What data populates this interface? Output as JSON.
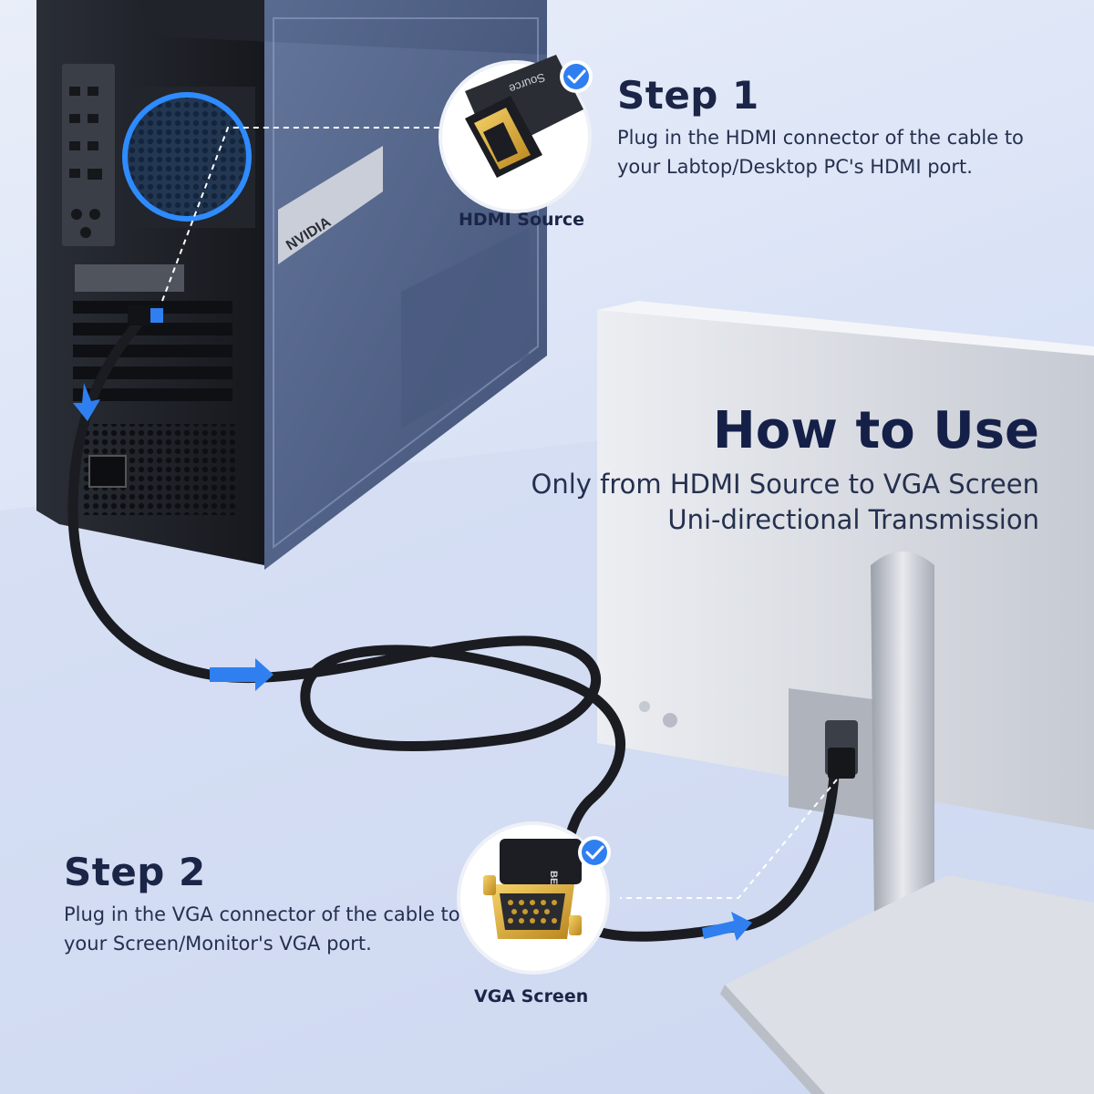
{
  "step1": {
    "title": "Step 1",
    "line1": "Plug in the HDMI connector of the cable to",
    "line2": "your Labtop/Desktop PC's HDMI port.",
    "caption": "HDMI Source"
  },
  "step2": {
    "title": "Step 2",
    "line1": "Plug in the VGA connector of the cable to",
    "line2": "your Screen/Monitor's VGA port.",
    "caption": "VGA Screen"
  },
  "howto": {
    "title": "How to Use",
    "line1": "Only from HDMI Source to VGA Screen",
    "line2": "Uni-directional Transmission"
  },
  "labels": {
    "gpu_brand": "NVIDIA",
    "hdmi_connector": "Source",
    "vga_connector": "BENFEI"
  },
  "icons": {
    "step1_check": "check-badge-icon",
    "step2_check": "check-badge-icon",
    "flow_arrows": "direction-arrow-icon"
  },
  "colors": {
    "accent_blue": "#2f7ff0",
    "heading_navy": "#1a2547",
    "background": "#d9e2f6",
    "pc_case": "#1d2027",
    "monitor": "#d8dbe1"
  }
}
